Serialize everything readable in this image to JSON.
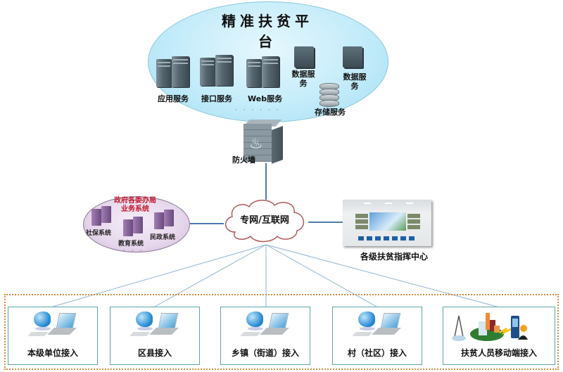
{
  "platform": {
    "title": "精准扶贫平台",
    "services": [
      {
        "label": "应用服务",
        "icon": "server-pair-icon"
      },
      {
        "label": "接口服务",
        "icon": "server-pair-icon"
      },
      {
        "label": "Web服务",
        "icon": "server-pair-icon"
      }
    ],
    "ellipsis": "· · · · · ·",
    "data_services": [
      {
        "label": "数据服务",
        "icon": "database-server-icon"
      },
      {
        "label": "数据服务",
        "icon": "database-server-icon"
      }
    ],
    "storage": {
      "label": "存储服务",
      "icon": "storage-icon"
    }
  },
  "firewall": {
    "label": "防火墙",
    "icon": "firewall-icon"
  },
  "network": {
    "label": "专网/互联网",
    "icon": "cloud-icon"
  },
  "government": {
    "title_line1": "政府各委办局",
    "title_line2": "业务系统",
    "systems": [
      "社保系统",
      "教育系统",
      "民政系统"
    ],
    "ellipsis": "· · ·"
  },
  "command_center": {
    "label": "各级扶贫指挥中心",
    "icon": "command-center-icon"
  },
  "access_points": [
    {
      "label": "本级单位接入",
      "icon": "pc-laptop-icon"
    },
    {
      "label": "区县接入",
      "icon": "pc-laptop-icon"
    },
    {
      "label": "乡镇（街道）接入",
      "icon": "pc-laptop-icon"
    },
    {
      "label": "村（社区）接入",
      "icon": "pc-laptop-icon"
    },
    {
      "label": "扶贫人员移动端接入",
      "icon": "mobile-access-icon"
    }
  ],
  "colors": {
    "link": "#4f79b0",
    "fan_link": "#8fb3d6",
    "gov_title": "#c0182a",
    "zone_border": "#d48a3a",
    "box_border": "#5aa6a8"
  }
}
